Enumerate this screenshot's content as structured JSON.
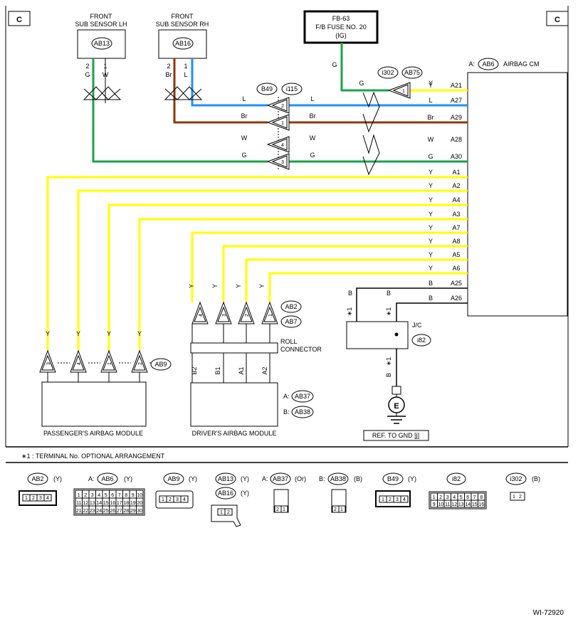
{
  "corner_left": "C",
  "corner_right": "C",
  "fuse": {
    "line1": "FB-63",
    "line2": "F/B FUSE NO. 20",
    "line3": "(IG)",
    "wire": "G"
  },
  "sensor_lh": {
    "title1": "FRONT",
    "title2": "SUB SENSOR LH",
    "id": "AB13",
    "pin2_color": "G",
    "pin2": "2",
    "pin1_color": "W",
    "pin1": "1"
  },
  "sensor_rh": {
    "title1": "FRONT",
    "title2": "SUB SENSOR RH",
    "id": "AB16",
    "pin2_color": "Br",
    "pin2": "2",
    "pin1_color": "L",
    "pin1": "1"
  },
  "i302_conn": {
    "id1": "i302",
    "id2": "AB75",
    "pin": "1",
    "left_color": "G",
    "right_color": "Y"
  },
  "b49_conn": {
    "id1": "B49",
    "id2": "i115",
    "pins": [
      "2",
      "1",
      "4",
      "3"
    ]
  },
  "cm": {
    "prefix": "A:",
    "id": "AB6",
    "name": "AIRBAG CM"
  },
  "cm_terminals": [
    {
      "color": "Y",
      "pin": "A21"
    },
    {
      "color": "L",
      "pin": "A27"
    },
    {
      "color": "Br",
      "pin": "A29"
    },
    {
      "color": "W",
      "pin": "A28"
    },
    {
      "color": "G",
      "pin": "A30"
    },
    {
      "color": "Y",
      "pin": "A1"
    },
    {
      "color": "Y",
      "pin": "A2"
    },
    {
      "color": "Y",
      "pin": "A4"
    },
    {
      "color": "Y",
      "pin": "A3"
    },
    {
      "color": "Y",
      "pin": "A7"
    },
    {
      "color": "Y",
      "pin": "A8"
    },
    {
      "color": "Y",
      "pin": "A5"
    },
    {
      "color": "Y",
      "pin": "A6"
    },
    {
      "color": "B",
      "pin": "A25"
    },
    {
      "color": "B",
      "pin": "A26"
    }
  ],
  "mid_wire_labels": {
    "l_left": "L",
    "l_right": "L",
    "br_left": "Br",
    "br_right": "Br",
    "w_left": "W",
    "w_right": "W",
    "g_left": "G",
    "g_right": "G"
  },
  "ab9_conn": {
    "id": "AB9",
    "pins": [
      "3",
      "4",
      "1",
      "2"
    ],
    "wire_color": "Y"
  },
  "ab2_conn": {
    "id1": "AB2",
    "id2": "AB7",
    "pins": [
      "4",
      "3",
      "2",
      "1"
    ],
    "wire_color": "Y"
  },
  "roll_connector": {
    "line1": "ROLL",
    "line2": "CONNECTOR"
  },
  "driver_pins": [
    "B2",
    "B1",
    "A1",
    "A2"
  ],
  "passenger_module": {
    "name": "PASSENGER'S AIRBAG MODULE"
  },
  "driver_module": {
    "name": "DRIVER'S AIRBAG MODULE",
    "a_prefix": "A:",
    "a_id": "AB37",
    "b_prefix": "B:",
    "b_id": "AB38"
  },
  "jc": {
    "name": "J/C",
    "id": "i82",
    "wire_left": "B",
    "wire_right": "B",
    "star_left": "∗1",
    "star_right": "∗1",
    "bottom_star": "∗1",
    "bottom_wire": "B"
  },
  "ground": {
    "symbol": "E",
    "ref": "REF. TO GND [j]"
  },
  "note": "∗1 : TERMINAL No. OPTIONAL ARRANGEMENT",
  "legend": [
    {
      "id": "AB2",
      "color": "(Y)",
      "pins_row1": [
        "1",
        "2",
        "3",
        "4"
      ]
    },
    {
      "prefix": "A:",
      "id": "AB6",
      "color": "(Y)"
    },
    {
      "id": "AB9",
      "color": "(Y)",
      "pins_row1": [
        "1",
        "2",
        "3",
        "4"
      ]
    },
    {
      "id": "AB13",
      "color": "(Y)",
      "id_b": "AB16",
      "color_b": "(Y)",
      "pins_row1": [
        "1",
        "2"
      ]
    },
    {
      "prefix": "A:",
      "id": "AB37",
      "color": "(Or)",
      "pins_row1": [
        "2",
        "1"
      ]
    },
    {
      "prefix": "B:",
      "id": "AB38",
      "color": "(B)",
      "pins_row1": [
        "2",
        "1"
      ]
    },
    {
      "id": "B49",
      "color": "(Y)",
      "pins_row1": [
        "1",
        "2",
        "3",
        "4"
      ]
    },
    {
      "id": "i82",
      "color": ""
    },
    {
      "id": "i302",
      "color": "(B)",
      "pins_row1": [
        "1",
        "2"
      ]
    }
  ],
  "ab6_grid": [
    [
      "1",
      "2",
      "3",
      "4",
      "5",
      "6",
      "7",
      "8",
      "9",
      "10"
    ],
    [
      "11",
      "12",
      "13",
      "14",
      "15",
      "16",
      "17",
      "18",
      "19",
      "20"
    ],
    [
      "21",
      "22",
      "23",
      "24",
      "25",
      "26",
      "27",
      "28",
      "29",
      "30"
    ]
  ],
  "i82_grid": [
    [
      "1",
      "2",
      "3",
      "4",
      "5",
      "6",
      "7",
      "8"
    ],
    [
      "9",
      "10",
      "11",
      "12",
      "13",
      "14",
      "15",
      "16"
    ]
  ],
  "diagram_id": "WI-72920",
  "colors": {
    "yellow": "#ffff00",
    "blue": "#1e90ff",
    "brown": "#8b3a0f",
    "green": "#1aa34a",
    "black": "#000000"
  }
}
